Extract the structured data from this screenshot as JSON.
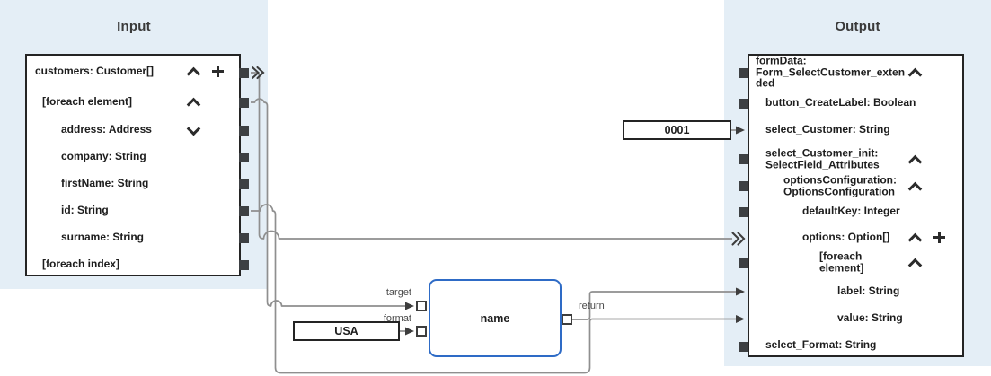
{
  "titles": {
    "input": "Input",
    "output": "Output"
  },
  "input_panel": {
    "rows": [
      {
        "label": "customers: Customer[]",
        "chevron": "up",
        "has_add": true,
        "port": "foreach"
      },
      {
        "label": "[foreach element]",
        "chevron": "up",
        "port": "square"
      },
      {
        "label": "address: Address",
        "chevron": "down",
        "port": "square"
      },
      {
        "label": "company: String",
        "port": "square"
      },
      {
        "label": "firstName: String",
        "port": "square"
      },
      {
        "label": "id: String",
        "port": "square"
      },
      {
        "label": "surname: String",
        "port": "square"
      },
      {
        "label": "[foreach index]",
        "port": "square"
      }
    ]
  },
  "output_panel": {
    "rows": [
      {
        "label": "formData: Form_SelectCustomer_extended",
        "chevron": "up",
        "port": "square"
      },
      {
        "label": "button_CreateLabel: Boolean",
        "port": "square"
      },
      {
        "label": "select_Customer: String",
        "port": "arrow-in"
      },
      {
        "label": "select_Customer_init: SelectField_Attributes",
        "chevron": "up",
        "port": "square"
      },
      {
        "label": "optionsConfiguration: OptionsConfiguration",
        "chevron": "up",
        "port": "square"
      },
      {
        "label": "defaultKey: Integer",
        "port": "square"
      },
      {
        "label": "options: Option[]",
        "chevron": "up",
        "has_add": true,
        "port": "foreach-arrow-in"
      },
      {
        "label": "[foreach element]",
        "chevron": "up",
        "port": "square"
      },
      {
        "label": "label: String",
        "port": "arrow-in"
      },
      {
        "label": "value: String",
        "port": "arrow-in"
      },
      {
        "label": "select_Format: String",
        "port": "square"
      }
    ]
  },
  "constants": {
    "select_customer_value": "0001",
    "format_value": "USA"
  },
  "function_box": {
    "name": "name",
    "target_label": "target",
    "format_label": "format",
    "return_label": "return"
  },
  "connections": [
    {
      "from": "customers: Customer[] [foreach]",
      "to": "options: Option[] [foreach]"
    },
    {
      "from": "[foreach element]",
      "to": "name.target"
    },
    {
      "from": "constant 0001",
      "to": "select_Customer: String"
    },
    {
      "from": "constant USA",
      "to": "name.format"
    },
    {
      "from": "name.return",
      "to": "label: String"
    },
    {
      "from": "id: String",
      "to": "value: String"
    }
  ],
  "colors": {
    "region_background": "#e4eef6",
    "panel_border": "#242424",
    "function_accent": "#2e6bc6",
    "wire_gray": "#8f8f8f",
    "port_dark": "#3d4043"
  }
}
